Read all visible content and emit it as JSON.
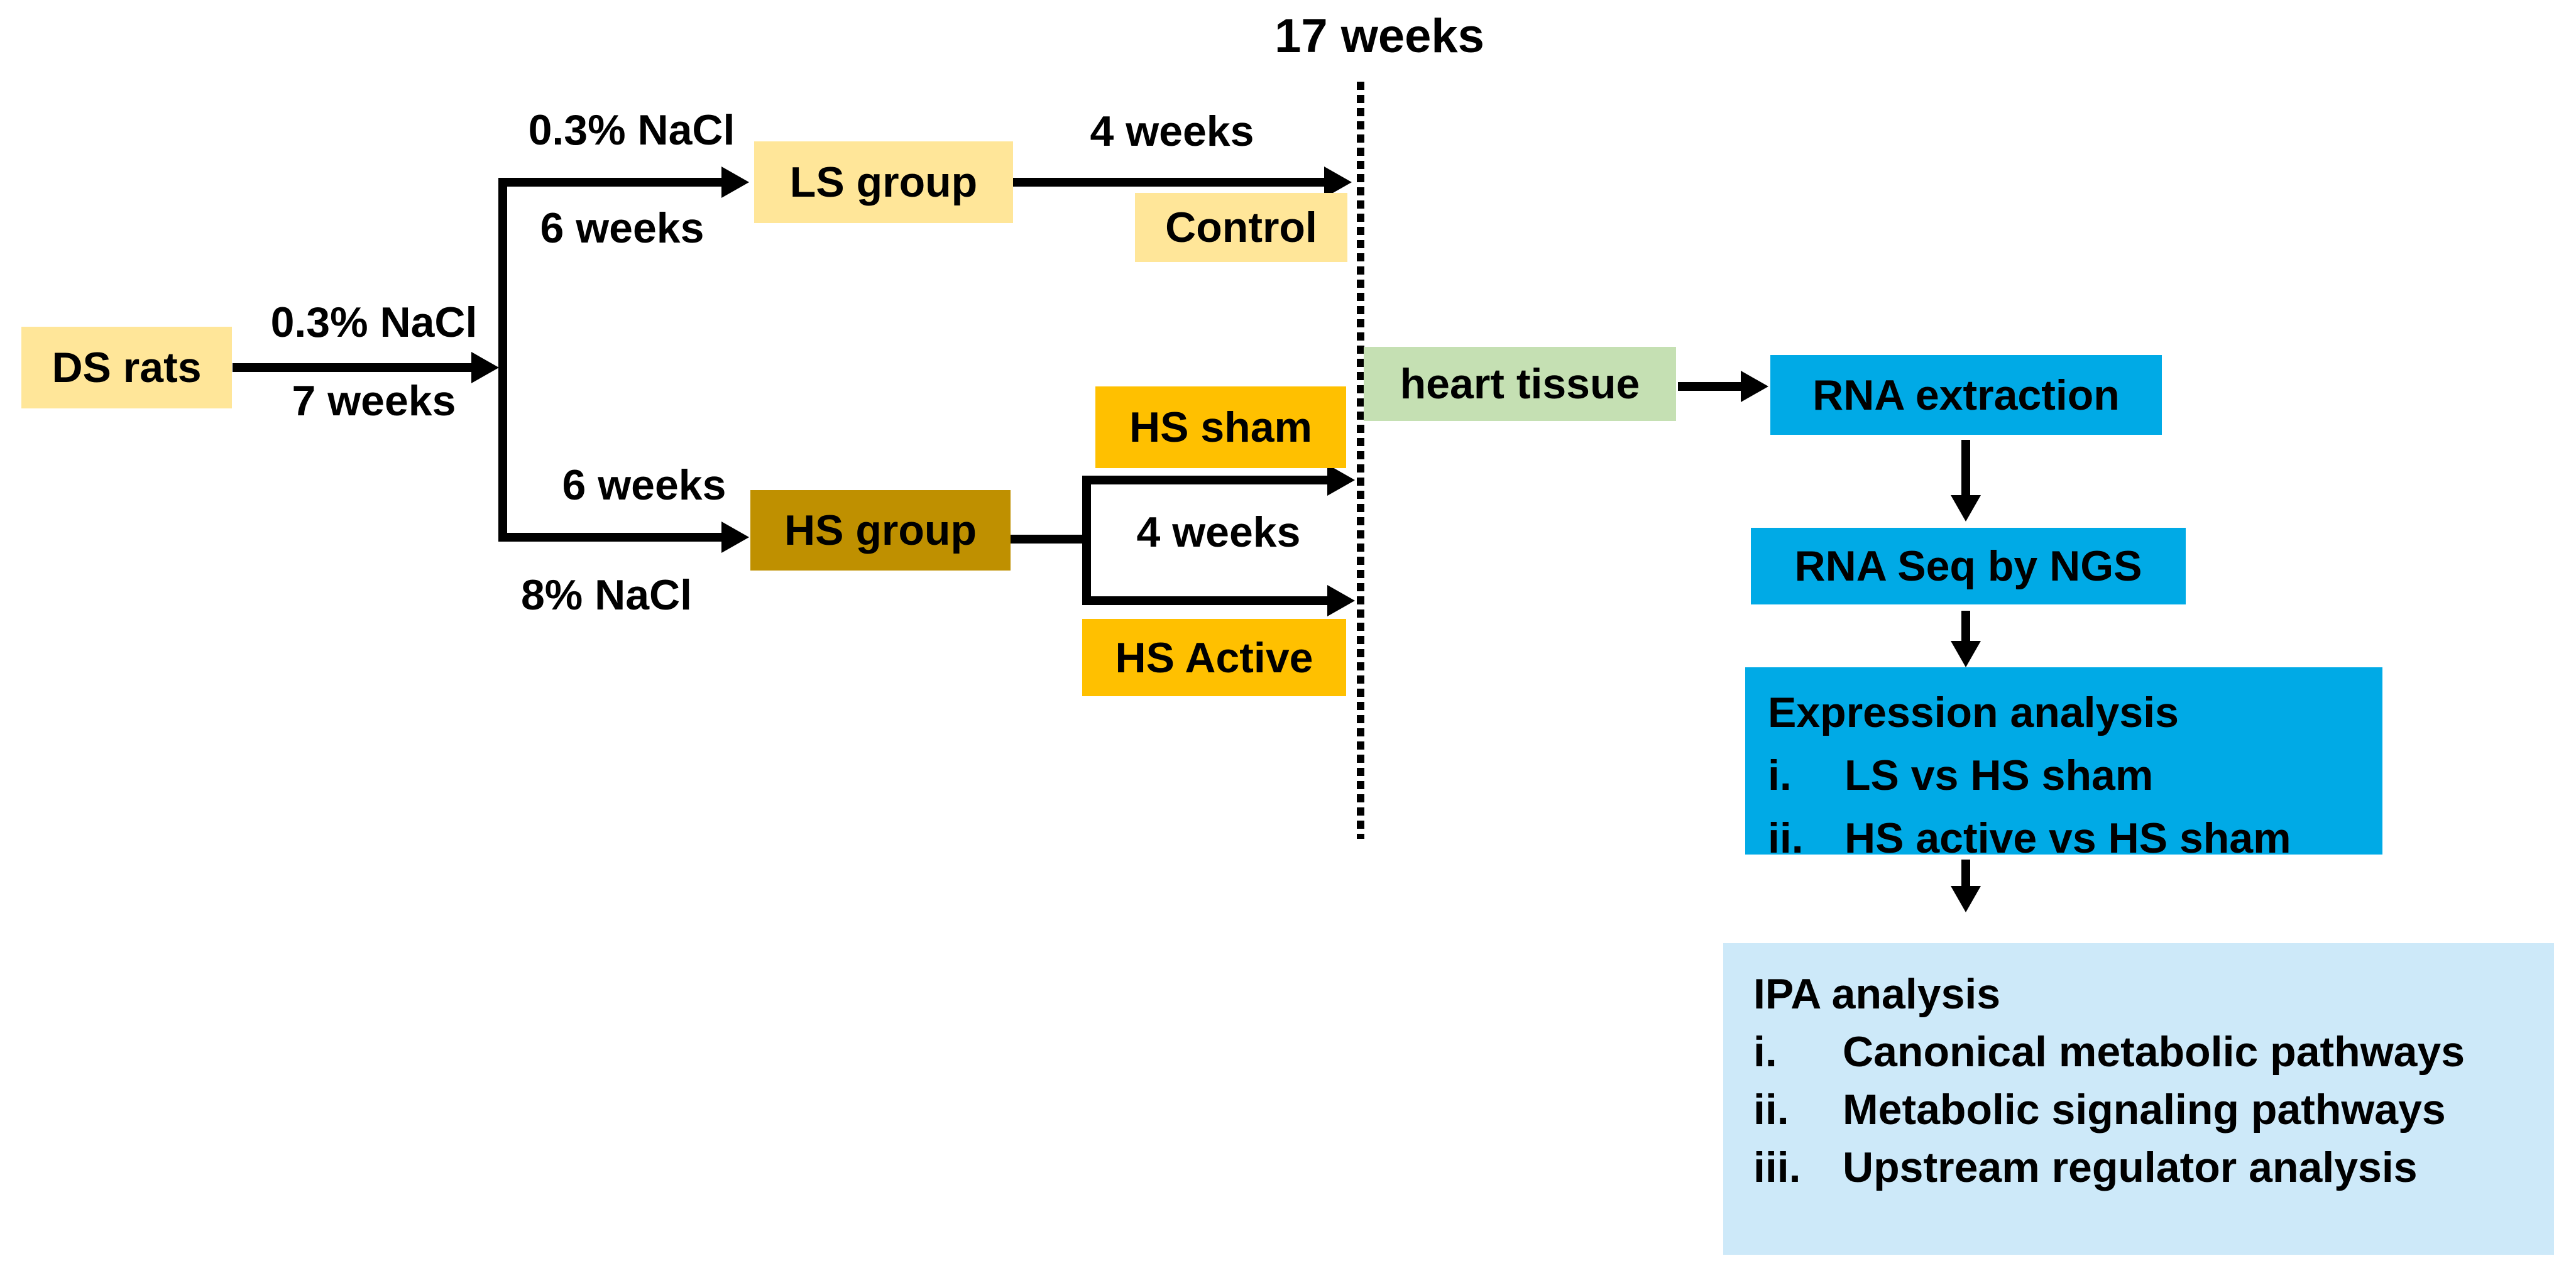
{
  "figure": {
    "timeline_end_label": "17 weeks",
    "start": {
      "box_label": "DS rats",
      "diet_label": "0.3% NaCl",
      "duration_label": "7 weeks"
    },
    "ls_branch": {
      "diet_label": "0.3% NaCl",
      "duration_label": "6 weeks",
      "box_label": "LS group",
      "followup_label": "4 weeks",
      "outcome_label": "Control"
    },
    "hs_branch": {
      "duration_label": "6 weeks",
      "diet_label": "8% NaCl",
      "box_label": "HS group",
      "followup_label": "4 weeks",
      "sham_label": "HS sham",
      "active_label": "HS Active"
    },
    "collection": {
      "box_label": "heart tissue"
    },
    "pipeline": {
      "rna_extraction_label": "RNA extraction",
      "rna_seq_label": "RNA Seq by NGS",
      "expression": {
        "title": "Expression analysis",
        "items": [
          {
            "num": "i.",
            "text": "LS vs HS sham"
          },
          {
            "num": "ii.",
            "text": "HS active vs HS sham"
          }
        ]
      },
      "ipa": {
        "title": "IPA analysis",
        "items": [
          {
            "num": "i.",
            "text": "Canonical metabolic pathways"
          },
          {
            "num": "ii.",
            "text": "Metabolic signaling pathways"
          },
          {
            "num": "iii.",
            "text": "Upstream regulator analysis"
          }
        ]
      }
    },
    "colors": {
      "light_yellow": "#FFE699",
      "orange": "#FFC000",
      "dark_gold": "#BF9000",
      "light_green": "#C5E0B3",
      "blue": "#00AAE6",
      "pale_blue": "#CDE9F9",
      "line": "#000000"
    }
  }
}
